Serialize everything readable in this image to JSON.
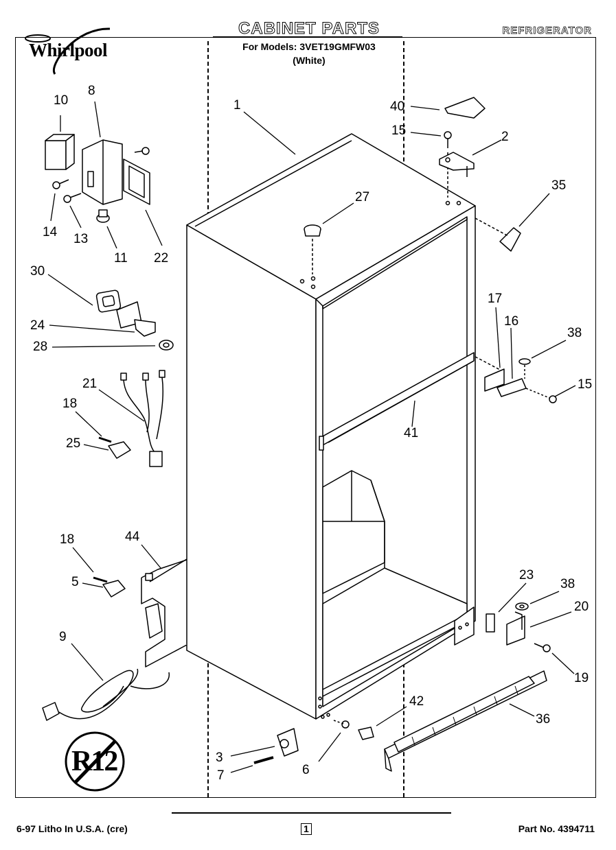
{
  "header": {
    "title": "CABINET PARTS",
    "subtitle": "For Models: 3VET19GMFW03",
    "subtitle_color": "(White)",
    "product": "REFRIGERATOR",
    "brand": "Whirlpool"
  },
  "callouts": [
    {
      "label": "1",
      "part": "cabinet"
    },
    {
      "label": "40",
      "part": "cap"
    },
    {
      "label": "15",
      "part": "screw-top"
    },
    {
      "label": "2",
      "part": "hinge-top"
    },
    {
      "label": "35",
      "part": "pin"
    },
    {
      "label": "10",
      "part": "relay"
    },
    {
      "label": "8",
      "part": "compressor-bracket"
    },
    {
      "label": "11",
      "part": "grommet"
    },
    {
      "label": "14",
      "part": "screw"
    },
    {
      "label": "13",
      "part": "screw"
    },
    {
      "label": "22",
      "part": "clip"
    },
    {
      "label": "27",
      "part": "plug"
    },
    {
      "label": "30",
      "part": "gasket"
    },
    {
      "label": "24",
      "part": "tube"
    },
    {
      "label": "28",
      "part": "nut"
    },
    {
      "label": "21",
      "part": "wire-harness"
    },
    {
      "label": "18",
      "part": "screw-top"
    },
    {
      "label": "25",
      "part": "clamp"
    },
    {
      "label": "17",
      "part": "hinge-center"
    },
    {
      "label": "16",
      "part": "hinge-center-plate"
    },
    {
      "label": "38",
      "part": "washer-top"
    },
    {
      "label": "15",
      "part": "screw-center"
    },
    {
      "label": "41",
      "part": "rail"
    },
    {
      "label": "18",
      "part": "screw-bottom"
    },
    {
      "label": "44",
      "part": "cover-plate"
    },
    {
      "label": "5",
      "part": "clamp-bottom"
    },
    {
      "label": "9",
      "part": "power-cord"
    },
    {
      "label": "23",
      "part": "shim"
    },
    {
      "label": "38",
      "part": "washer-bottom"
    },
    {
      "label": "20",
      "part": "hinge-bottom"
    },
    {
      "label": "19",
      "part": "screw-bottom-hinge"
    },
    {
      "label": "36",
      "part": "grille"
    },
    {
      "label": "42",
      "part": "leveler"
    },
    {
      "label": "3",
      "part": "roller-bracket"
    },
    {
      "label": "7",
      "part": "axle"
    },
    {
      "label": "6",
      "part": "screw-roller"
    }
  ],
  "badge": {
    "label": "R12"
  },
  "footer": {
    "left": "6-97 Litho In U.S.A. (cre)",
    "page": "1",
    "right": "Part No. 4394711"
  }
}
